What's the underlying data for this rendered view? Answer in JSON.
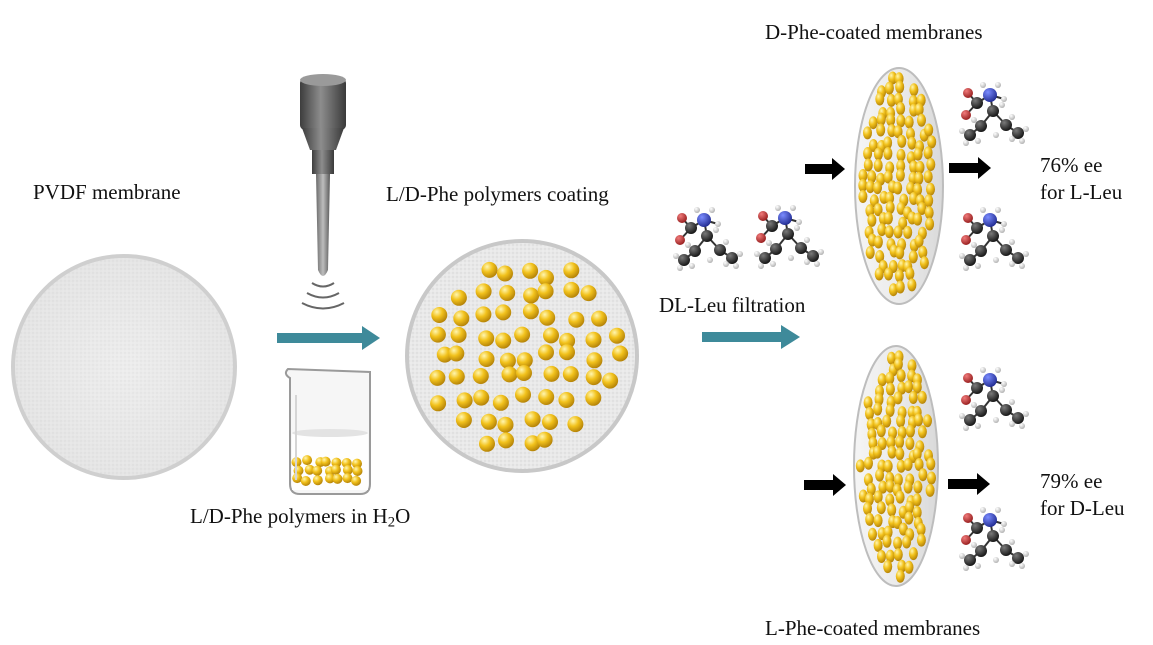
{
  "labels": {
    "pvdf_membrane": "PVDF membrane",
    "coating": "L/D-Phe polymers coating",
    "polymers_water_prefix": "L/D-Phe polymers in H",
    "polymers_water_sub": "2",
    "polymers_water_suffix": "O",
    "filtration": "DL-Leu filtration",
    "d_phe_membranes": "D-Phe-coated membranes",
    "l_phe_membranes": "L-Phe-coated membranes",
    "ee_top_value": "76% ee",
    "ee_top_target": "for L-Leu",
    "ee_bottom_value": "79% ee",
    "ee_bottom_target": "for D-Leu"
  },
  "colors": {
    "arrow_teal": "#3e8a9a",
    "arrow_black": "#000000",
    "gold_sphere": "#e8b81a",
    "membrane_gray": "#e6e6e6",
    "atom_nitrogen": "#2233aa",
    "atom_oxygen": "#b22222",
    "atom_carbon": "#222222",
    "atom_hydrogen": "#e8e8e8"
  },
  "icons": [
    "ultrasonic-probe-icon",
    "beaker-icon",
    "leucine-molecule-icon",
    "gold-nanosphere-icon"
  ]
}
